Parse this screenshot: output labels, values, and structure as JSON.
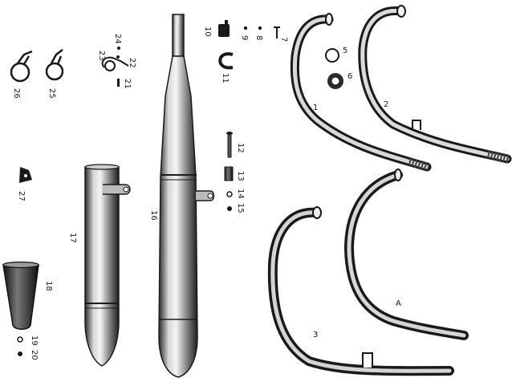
{
  "labels": {
    "p1": "1",
    "p2": "2",
    "p3": "3",
    "pA": "A",
    "p5": "5",
    "p6": "6",
    "p7": "7",
    "p8": "8",
    "p9": "9",
    "p10": "10",
    "p11": "11",
    "p12": "12",
    "p13": "13",
    "p14": "14",
    "p15": "15",
    "p16": "16",
    "p17": "17",
    "p18": "18",
    "p19": "19",
    "p20": "20",
    "p21": "21",
    "p22": "22",
    "p23": "23",
    "p24": "24",
    "p25": "25",
    "p26": "26",
    "p27": "27"
  }
}
